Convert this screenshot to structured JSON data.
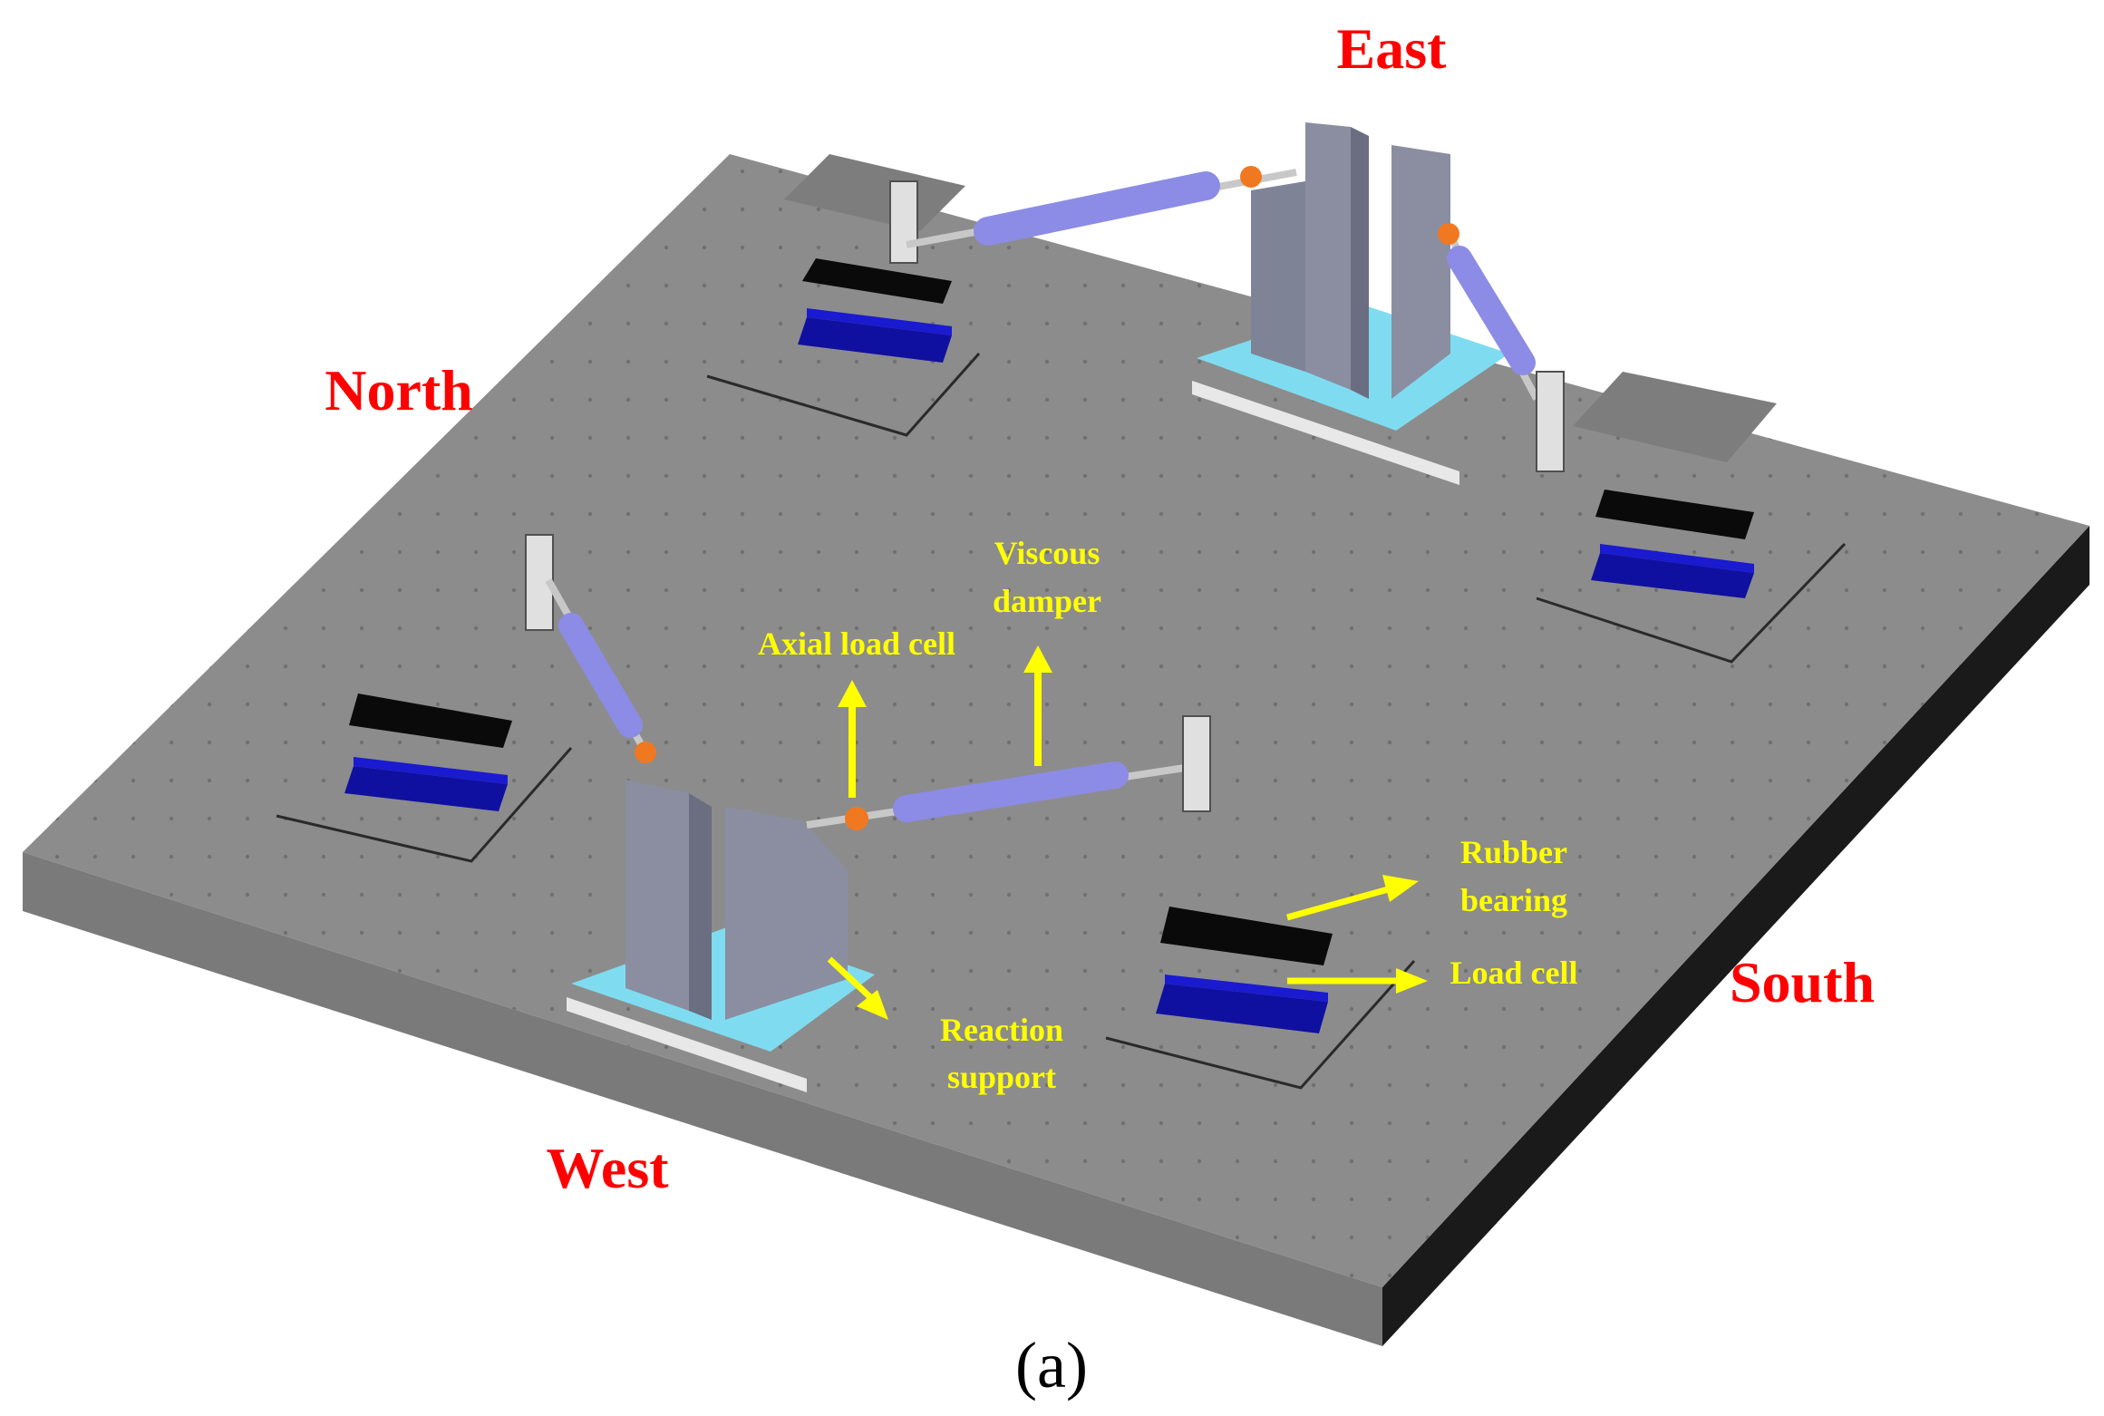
{
  "directions": {
    "east": "East",
    "north": "North",
    "south": "South",
    "west": "West"
  },
  "annotations": {
    "axial_load_cell": "Axial load cell",
    "viscous_damper_line1": "Viscous",
    "viscous_damper_line2": "damper",
    "rubber_bearing_line1": "Rubber",
    "rubber_bearing_line2": "bearing",
    "load_cell": "Load cell",
    "reaction_support_line1": "Reaction",
    "reaction_support_line2": "support"
  },
  "caption": "(a)",
  "colors": {
    "platform_top": "#8c8c8c",
    "platform_front": "#7a7a7a",
    "platform_side": "#1a1a1a",
    "bearing_rubber": "#0a0a0a",
    "load_cell_plate": "#1010a0",
    "damper": "#8c8ce6",
    "axial_load_cell": "#f07820",
    "reaction_support": "#8a8ea0",
    "base_plate": "#7fdcf0",
    "direction_text": "#ff0000",
    "annotation_text": "#ffff00"
  }
}
